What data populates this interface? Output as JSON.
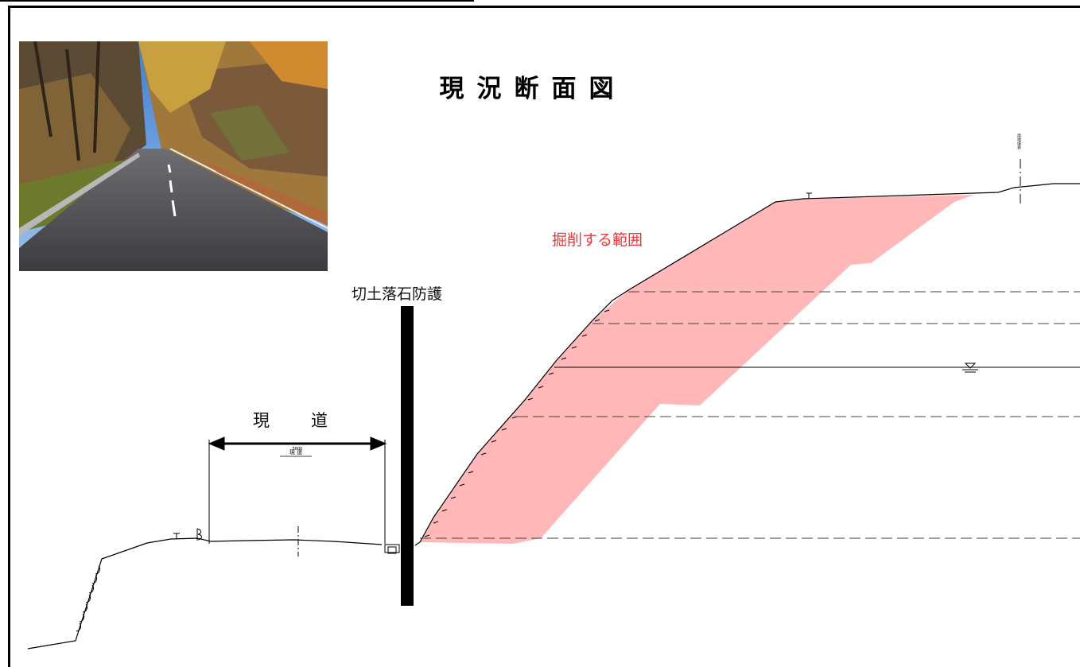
{
  "title": "現況断面図",
  "labels": {
    "fence": "切土落石防護",
    "road": "現道",
    "road_small": "現 道",
    "width_small": "5800",
    "excavation": "掘削する範囲",
    "boundary": "用地境界"
  },
  "colors": {
    "excavation_fill": "#ffb3b3",
    "excavation_text": "#e8383d",
    "line": "#000000"
  },
  "photo": {
    "subject": "mountain-road-photo"
  }
}
